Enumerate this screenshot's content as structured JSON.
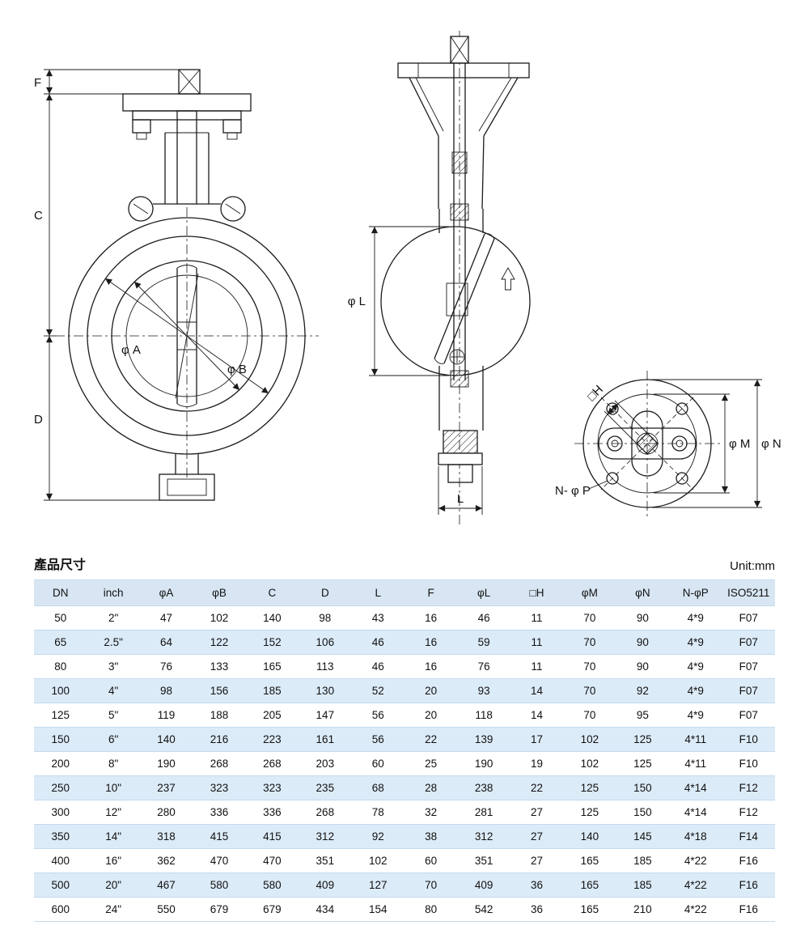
{
  "page": {
    "section_title": "產品尺寸",
    "unit": "Unit:mm"
  },
  "colors": {
    "header_bg": "#d8e6f3",
    "row_alt": "#dcebf8",
    "rule": "#c3daee",
    "line": "#1b1b1b"
  },
  "drawing": {
    "front": {
      "F": "F",
      "C": "C",
      "D": "D",
      "phiA": "φ A",
      "phiB": "φ B"
    },
    "side": {
      "phiL": "φ L",
      "L": "L"
    },
    "flange": {
      "boxH": "□H",
      "phiM": "φ M",
      "phiN": "φ N",
      "nPhiP": "N- φ P"
    }
  },
  "table": {
    "headers": [
      "DN",
      "inch",
      "φA",
      "φB",
      "C",
      "D",
      "L",
      "F",
      "φL",
      "□H",
      "φM",
      "φN",
      "N-φP",
      "ISO5211"
    ],
    "rows": [
      [
        "50",
        "2\"",
        "47",
        "102",
        "140",
        "98",
        "43",
        "16",
        "46",
        "11",
        "70",
        "90",
        "4*9",
        "F07"
      ],
      [
        "65",
        "2.5\"",
        "64",
        "122",
        "152",
        "106",
        "46",
        "16",
        "59",
        "11",
        "70",
        "90",
        "4*9",
        "F07"
      ],
      [
        "80",
        "3\"",
        "76",
        "133",
        "165",
        "113",
        "46",
        "16",
        "76",
        "11",
        "70",
        "90",
        "4*9",
        "F07"
      ],
      [
        "100",
        "4\"",
        "98",
        "156",
        "185",
        "130",
        "52",
        "20",
        "93",
        "14",
        "70",
        "92",
        "4*9",
        "F07"
      ],
      [
        "125",
        "5\"",
        "119",
        "188",
        "205",
        "147",
        "56",
        "20",
        "118",
        "14",
        "70",
        "95",
        "4*9",
        "F07"
      ],
      [
        "150",
        "6\"",
        "140",
        "216",
        "223",
        "161",
        "56",
        "22",
        "139",
        "17",
        "102",
        "125",
        "4*11",
        "F10"
      ],
      [
        "200",
        "8\"",
        "190",
        "268",
        "268",
        "203",
        "60",
        "25",
        "190",
        "19",
        "102",
        "125",
        "4*11",
        "F10"
      ],
      [
        "250",
        "10\"",
        "237",
        "323",
        "323",
        "235",
        "68",
        "28",
        "238",
        "22",
        "125",
        "150",
        "4*14",
        "F12"
      ],
      [
        "300",
        "12\"",
        "280",
        "336",
        "336",
        "268",
        "78",
        "32",
        "281",
        "27",
        "125",
        "150",
        "4*14",
        "F12"
      ],
      [
        "350",
        "14\"",
        "318",
        "415",
        "415",
        "312",
        "92",
        "38",
        "312",
        "27",
        "140",
        "145",
        "4*18",
        "F14"
      ],
      [
        "400",
        "16\"",
        "362",
        "470",
        "470",
        "351",
        "102",
        "60",
        "351",
        "27",
        "165",
        "185",
        "4*22",
        "F16"
      ],
      [
        "500",
        "20\"",
        "467",
        "580",
        "580",
        "409",
        "127",
        "70",
        "409",
        "36",
        "165",
        "185",
        "4*22",
        "F16"
      ],
      [
        "600",
        "24\"",
        "550",
        "679",
        "679",
        "434",
        "154",
        "80",
        "542",
        "36",
        "165",
        "210",
        "4*22",
        "F16"
      ]
    ]
  }
}
